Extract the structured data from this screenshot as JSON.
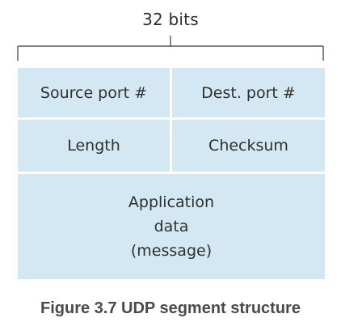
{
  "header": {
    "width_label": "32 bits"
  },
  "segment": {
    "source_port": "Source port #",
    "dest_port": "Dest. port #",
    "length": "Length",
    "checksum": "Checksum",
    "data_lines": [
      "Application",
      "data",
      "(message)"
    ]
  },
  "caption": "Figure 3.7 UDP segment structure",
  "colors": {
    "field_fill": "#d4e8f4",
    "bracket": "#555555",
    "text": "#2f2f2f",
    "caption": "#4a4a4a"
  }
}
